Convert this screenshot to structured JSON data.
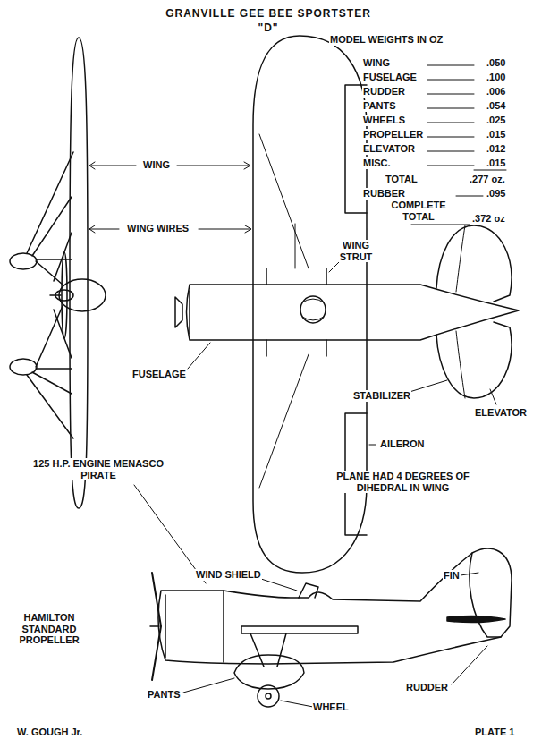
{
  "diagram": {
    "title": "GRANVILLE GEE BEE SPORTSTER \"D\"",
    "labels": [
      "MODEL WEIGHTS IN OZ",
      "WING",
      ".050",
      "FUSELAGE",
      ".100",
      "RUDDER",
      ".006",
      "PANTS",
      ".054",
      "WHEELS",
      ".025",
      "PROPELLER",
      ".015",
      "ELEVATOR",
      ".012",
      "MISC.",
      ".015",
      "TOTAL",
      ".277 oz.",
      "RUBBER",
      ".095",
      "COMPLETE TOTAL",
      ".372 oz",
      "WING",
      "WING WIRES",
      "WING STRUT",
      "FUSELAGE",
      "STABILIZER",
      "ELEVATOR",
      "AILERON",
      "125 H.P. ENGINE MENASCO PIRATE",
      "PLANE HAD 4 DEGREES OF DIHEDRAL IN WING",
      "HAMILTON STANDARD PROPELLER",
      "WIND SHIELD",
      "FIN",
      "RUDDER",
      "PANTS",
      "WHEEL",
      "W. GOUGH Jr.",
      "PLATE 1"
    ]
  }
}
